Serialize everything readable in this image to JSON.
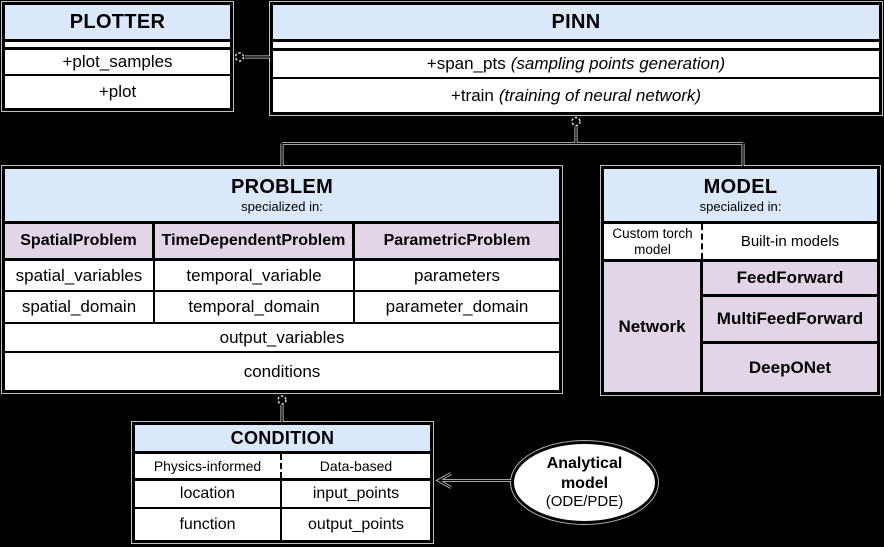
{
  "colors": {
    "background": "#000000",
    "header_fill": "#dae8fc",
    "specialized_fill": "#e1d5e7",
    "cell_fill": "#ffffff",
    "border": "#000000",
    "connector_halo": "#ffffff"
  },
  "plotter": {
    "title": "PLOTTER",
    "methods": [
      "+plot_samples",
      "+plot"
    ]
  },
  "pinn": {
    "title": "PINN",
    "methods": [
      {
        "name": "+span_pts",
        "note": "(sampling points generation)"
      },
      {
        "name": "+train",
        "note": "(training of neural network)"
      }
    ]
  },
  "problem": {
    "title": "PROBLEM",
    "subtitle": "specialized in:",
    "columns": [
      {
        "name": "SpatialProblem",
        "attrs": [
          "spatial_variables",
          "spatial_domain"
        ]
      },
      {
        "name": "TimeDependentProblem",
        "attrs": [
          "temporal_variable",
          "temporal_domain"
        ]
      },
      {
        "name": "ParametricProblem",
        "attrs": [
          "parameters",
          "parameter_domain"
        ]
      }
    ],
    "shared_attrs": [
      "output_variables",
      "conditions"
    ]
  },
  "model": {
    "title": "MODEL",
    "subtitle": "specialized in:",
    "left_header": "Custom torch model",
    "right_header": "Built-in models",
    "left_cell": "Network",
    "right_cells": [
      "FeedForward",
      "MultiFeedForward",
      "DeepONet"
    ]
  },
  "condition": {
    "title": "CONDITION",
    "left_header": "Physics-informed",
    "right_header": "Data-based",
    "left_cells": [
      "location",
      "function"
    ],
    "right_cells": [
      "input_points",
      "output_points"
    ]
  },
  "analytical": {
    "line1": "Analytical",
    "line2": "model",
    "line3": "(ODE/PDE)"
  }
}
